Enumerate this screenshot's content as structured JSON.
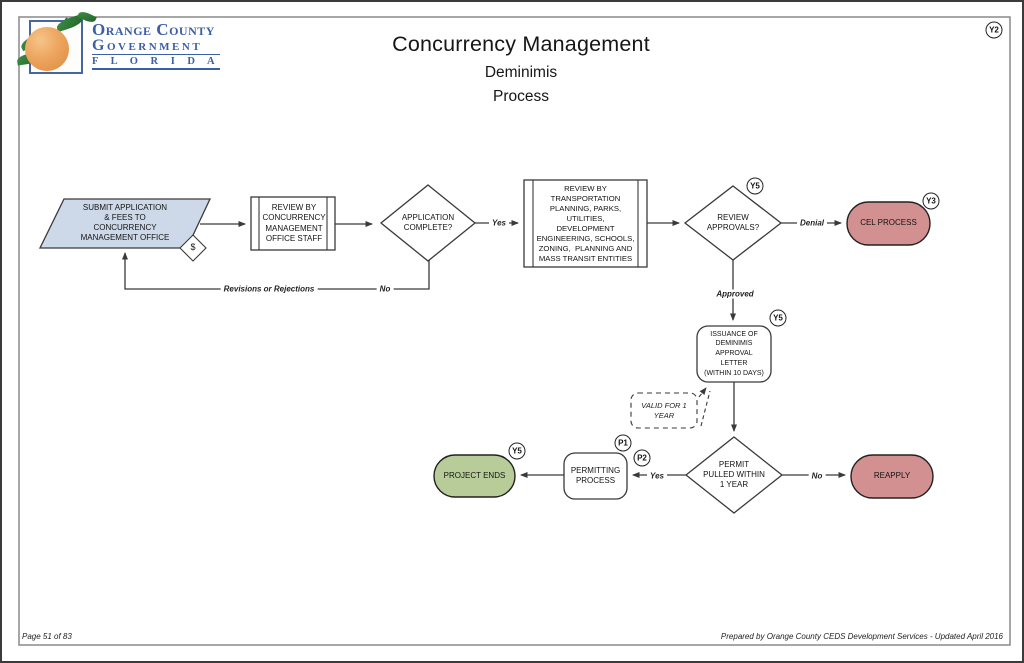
{
  "page": {
    "title": "Concurrency Management",
    "subtitle1": "Deminimis",
    "subtitle2": "Process",
    "footer_left": "Page 51 of 83",
    "footer_right": "Prepared by Orange County CEDS Development Services - Updated April 2016",
    "corner_badge": "Y2"
  },
  "logo": {
    "line1": "Orange County",
    "line2": "Government",
    "line3": "F L O R I D A"
  },
  "colors": {
    "shape_blue": "#cdd9e8",
    "shape_pink": "#d29090",
    "shape_green": "#b8cc99",
    "line": "#3a3a3a",
    "logo_blue": "#3b5fa6"
  },
  "nodes": {
    "submit": {
      "label": "SUBMIT APPLICATION\n& FEES TO\nCONCURRENCY\nMANAGEMENT OFFICE",
      "corner_mark": "$"
    },
    "review_staff": {
      "label": "REVIEW BY\nCONCURRENCY\nMANAGEMENT\nOFFICE STAFF"
    },
    "app_complete": {
      "label": "APPLICATION\nCOMPLETE?"
    },
    "transport_review": {
      "label": "REVIEW BY\nTRANSPORTATION\nPLANNING, PARKS,\nUTILITIES,\nDEVELOPMENT\nENGINEERING, SCHOOLS,\nZONING,  PLANNING AND\nMASS TRANSIT ENTITIES"
    },
    "review_approvals": {
      "label": "REVIEW\nAPPROVALS?",
      "badge": "Y5"
    },
    "cel_process": {
      "label": "CEL PROCESS",
      "badge": "Y3"
    },
    "issuance": {
      "label": "ISSUANCE OF\nDEMINIMIS\nAPPROVAL\nLETTER\n(WITHIN 10 DAYS)",
      "badge": "Y5"
    },
    "valid_note": {
      "label": "VALID FOR 1\nYEAR"
    },
    "permit_pulled": {
      "label": "PERMIT\nPULLED WITHIN\n1 YEAR"
    },
    "permitting": {
      "label": "PERMITTING\nPROCESS",
      "badge1": "P1",
      "badge2": "P2"
    },
    "project_ends": {
      "label": "PROJECT ENDS",
      "badge": "Y5"
    },
    "reapply": {
      "label": "REAPPLY"
    }
  },
  "edges": {
    "yes1": "Yes",
    "denial": "Denial",
    "approved": "Approved",
    "revisions": "Revisions or Rejections",
    "no1": "No",
    "yes2": "Yes",
    "no2": "No"
  }
}
